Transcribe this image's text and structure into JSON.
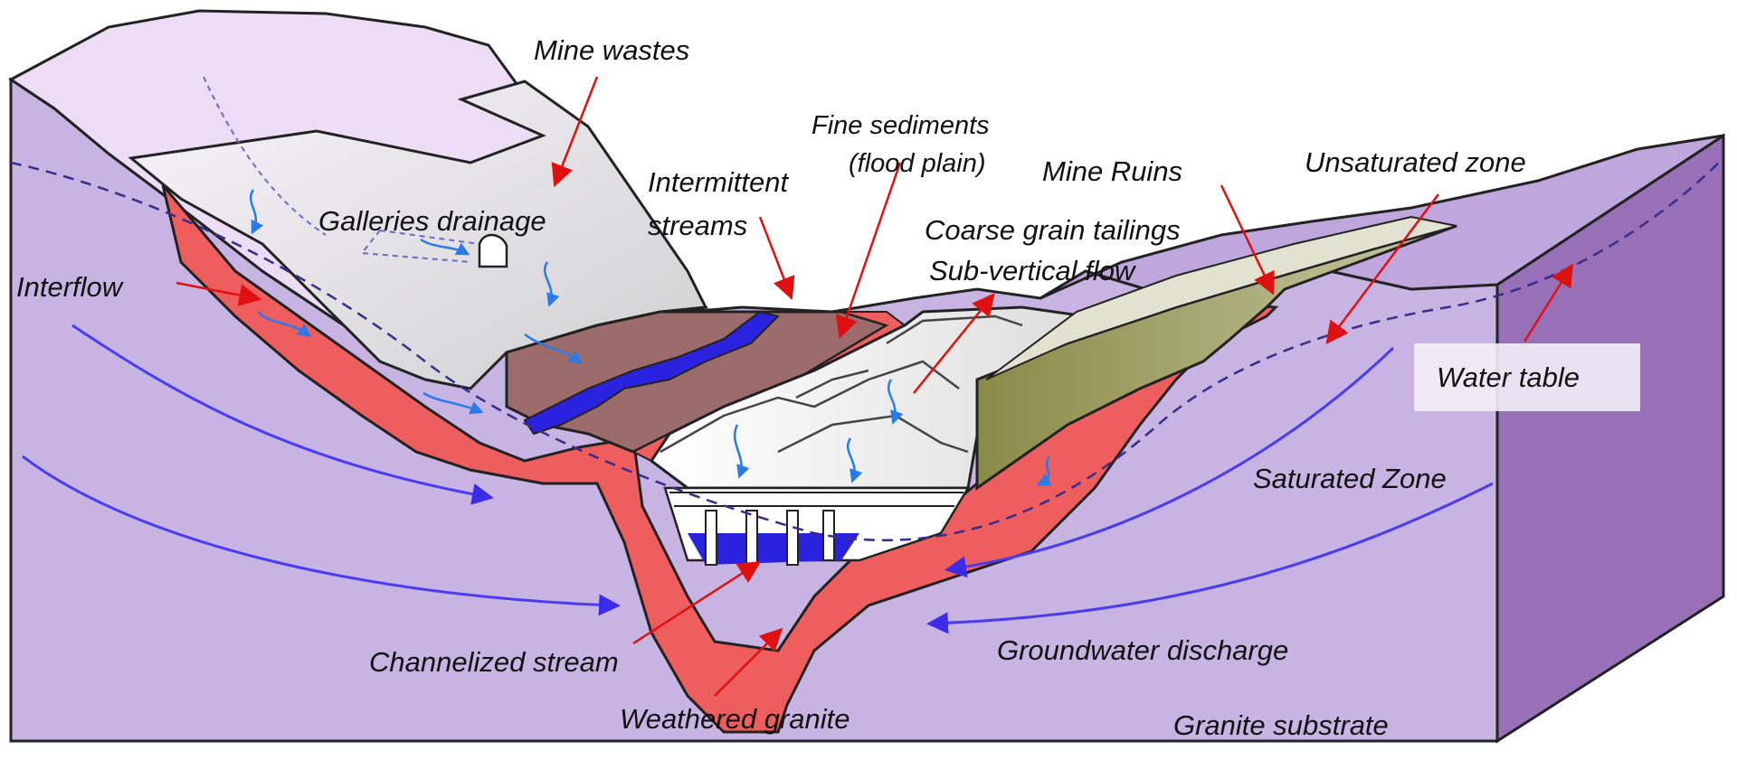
{
  "labels": {
    "mine_wastes": "Mine wastes",
    "fine_sediments_1": "Fine sediments",
    "fine_sediments_2": "(flood plain)",
    "intermittent_1": "Intermittent",
    "intermittent_2": "streams",
    "mine_ruins": "Mine Ruins",
    "unsaturated_zone": "Unsaturated zone",
    "galleries_drainage": "Galleries drainage",
    "coarse_tailings": "Coarse grain tailings",
    "sub_vertical_flow": "Sub-vertical flow",
    "interflow": "Interflow",
    "water_table": "Water table",
    "saturated_zone": "Saturated Zone",
    "groundwater_discharge": "Groundwater discharge",
    "channelized_stream": "Channelized stream",
    "weathered_granite": "Weathered granite",
    "granite_substrate": "Granite substrate"
  },
  "colors": {
    "granite": "#c8b4e2",
    "granite_side": "#9870b8",
    "weathered": "#ef5e5e",
    "sediment": "#9c6b6b",
    "stream": "#2b22e0",
    "tailings": "#e6e6e6",
    "ruins": "#8e8e50",
    "arrow": "#e01010",
    "flow": "#4a3cf0",
    "drop": "#2a7ae8"
  }
}
